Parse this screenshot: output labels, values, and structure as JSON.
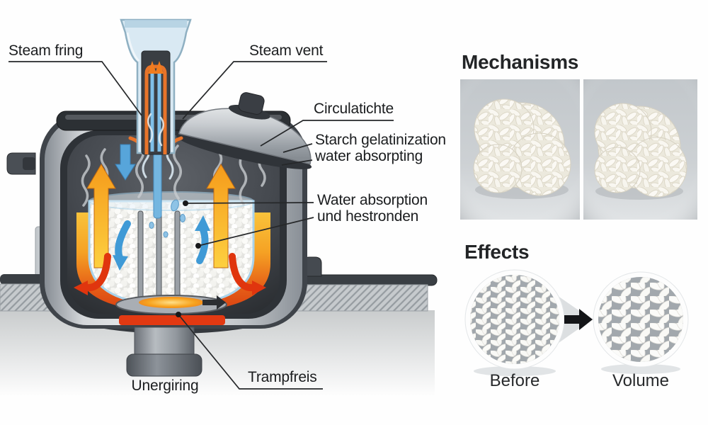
{
  "diagram": {
    "labels": {
      "steam_ring": "Steam fring",
      "steam_vent": "Steam vent",
      "circulation": "Circulatichte",
      "starch_line1": "Starch gelatinization",
      "starch_line2": "water absorpting",
      "water_line1": "Water absorption",
      "water_line2": "und hestronden",
      "heater": "Trampfreis",
      "base": "Unergiring"
    }
  },
  "panels": {
    "mechanisms": {
      "title": "Mechanisms"
    },
    "effects": {
      "title": "Effects",
      "before_label": "Before",
      "after_label": "Volume"
    }
  },
  "colors": {
    "heat_orange": "#e8742a",
    "flame_yellow": "#f9c33b",
    "heat_red": "#e0350e",
    "element_red": "#e23912",
    "steam_blue": "#57a5da",
    "funnel_blue": "#d9e9f3",
    "metal_grey": "#9aa0a7",
    "dark_shell": "#2f3338",
    "counter_grey": "#c6cacd",
    "label_ink": "#1b1d1f"
  }
}
